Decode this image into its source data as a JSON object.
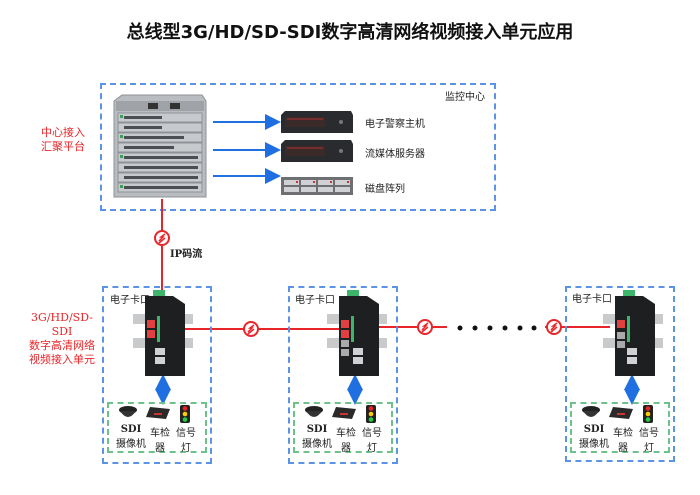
{
  "title": "总线型3G/HD/SD-SDI数字高清网络视频接入单元应用",
  "center": {
    "box_label": "监控中心",
    "side_label_line1": "中心接入",
    "side_label_line2": "汇聚平台",
    "device_icon": "chassis-switch-icon",
    "servers": [
      {
        "label": "电子警察主机",
        "icon": "rack-server-icon"
      },
      {
        "label": "流媒体服务器",
        "icon": "rack-server-icon"
      },
      {
        "label": "磁盘阵列",
        "icon": "disk-array-icon"
      }
    ]
  },
  "link_label": "IP码流",
  "unit_side_label": [
    "3G/HD/SD-SDI",
    "数字高清网络",
    "视频接入单元"
  ],
  "sites": [
    {
      "label": "电子卡口",
      "devices": [
        {
          "line1": "SDI",
          "line2": "摄像机"
        },
        {
          "line1": "车检",
          "line2": "器"
        },
        {
          "line1": "信号",
          "line2": "灯"
        }
      ]
    },
    {
      "label": "电子卡口",
      "devices": [
        {
          "line1": "SDI",
          "line2": "摄像机"
        },
        {
          "line1": "车检",
          "line2": "器"
        },
        {
          "line1": "信号",
          "line2": "灯"
        }
      ]
    },
    {
      "label": "电子卡口",
      "devices": [
        {
          "line1": "SDI",
          "line2": "摄像机"
        },
        {
          "line1": "车检",
          "line2": "器"
        },
        {
          "line1": "信号",
          "line2": "灯"
        }
      ]
    }
  ],
  "colors": {
    "fiber_red": "#e8262a",
    "arrow_blue": "#1f6fe0",
    "box_blue": "#5b93e6",
    "box_green": "#6cc28a"
  }
}
